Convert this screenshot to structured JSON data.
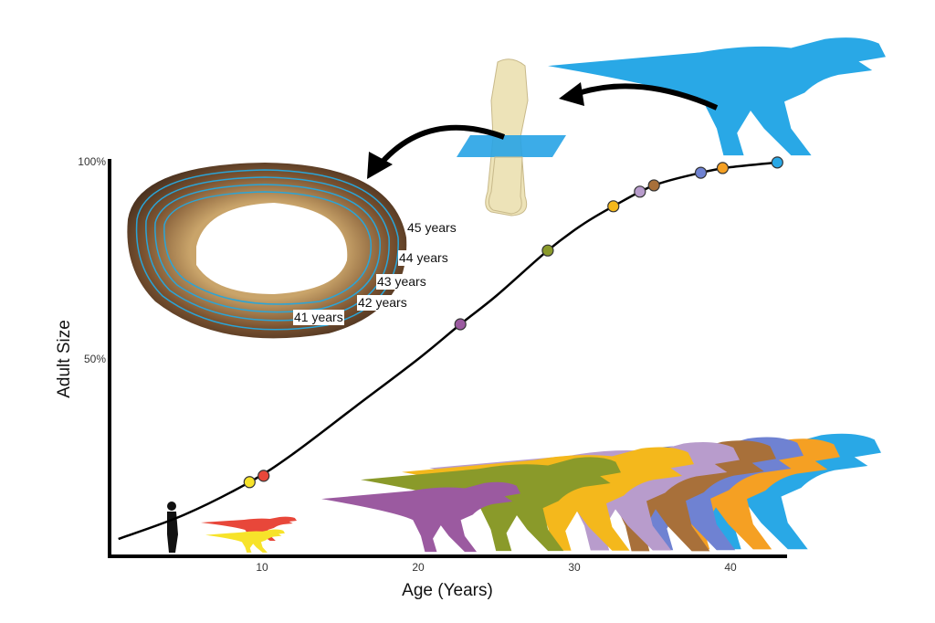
{
  "chart_data": {
    "type": "line",
    "title": "",
    "xlabel": "Age (Years)",
    "ylabel": "Adult Size",
    "xlim": [
      0,
      44
    ],
    "ylim": [
      0,
      100
    ],
    "x_ticks": [
      10,
      20,
      30,
      40
    ],
    "x_tick_labels": [
      "10",
      "20",
      "30",
      "40"
    ],
    "y_ticks": [
      50,
      100
    ],
    "y_tick_labels": [
      "50%",
      "100%"
    ],
    "grid": false,
    "curve": {
      "name": "growth curve",
      "x": [
        0.8,
        5,
        9.2,
        12,
        16,
        20,
        22.7,
        25,
        28.3,
        30.5,
        32.5,
        35.1,
        38.1,
        40,
        43.0
      ],
      "y": [
        4.4,
        10.5,
        18.8,
        26,
        38,
        50,
        58.8,
        66,
        77.5,
        84,
        88.7,
        94,
        97.2,
        98.6,
        99.8
      ]
    },
    "points": [
      {
        "x": 9.2,
        "y": 18.8,
        "color": "#f7e32a"
      },
      {
        "x": 10.1,
        "y": 20.4,
        "color": "#e8473a"
      },
      {
        "x": 22.7,
        "y": 58.8,
        "color": "#9b5aa0"
      },
      {
        "x": 28.3,
        "y": 77.5,
        "color": "#8a9a2a"
      },
      {
        "x": 32.5,
        "y": 88.7,
        "color": "#f4b81c"
      },
      {
        "x": 34.2,
        "y": 92.4,
        "color": "#b89ccc"
      },
      {
        "x": 35.1,
        "y": 94.0,
        "color": "#a8703a"
      },
      {
        "x": 38.1,
        "y": 97.2,
        "color": "#6f82d2"
      },
      {
        "x": 39.5,
        "y": 98.4,
        "color": "#f5a023"
      },
      {
        "x": 43.0,
        "y": 99.8,
        "color": "#29a8e6"
      }
    ],
    "annotations": [
      "41 years",
      "42 years",
      "43 years",
      "44 years",
      "45 years"
    ]
  },
  "colors": {
    "bone": "#ede3b8",
    "plane": "#27a3e6",
    "adult": "#29a8e6"
  }
}
